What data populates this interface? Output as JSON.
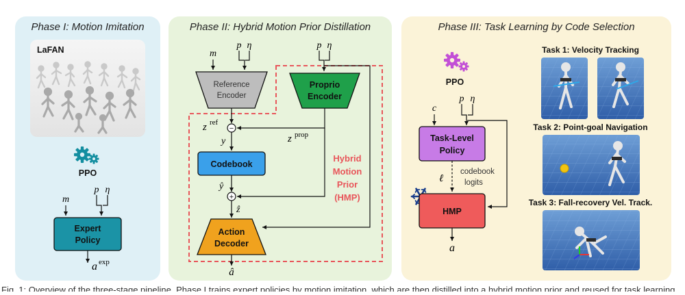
{
  "phase1": {
    "title": "Phase I: Motion Imitation",
    "dataset_label": "LaFAN",
    "ppo_label": "PPO",
    "input_m": "m",
    "input_p": "p",
    "input_eta": "η",
    "policy_line1": "Expert",
    "policy_line2": "Policy",
    "output_a": "a",
    "output_sup": "exp"
  },
  "phase2": {
    "title": "Phase II: Hybrid Motion Prior Distillation",
    "input_m": "m",
    "input_p": "p",
    "input_eta": "η",
    "ref_encoder_line1": "Reference",
    "ref_encoder_line2": "Encoder",
    "proprio_line1": "Proprio",
    "proprio_line2": "Encoder",
    "z": "z",
    "z_ref_sup": "ref",
    "z_prop_sup": "prop",
    "minus_sign": "−",
    "plus_sign": "+",
    "y": "y",
    "y_hat": "ŷ",
    "z_hat": "ẑ",
    "codebook_label": "Codebook",
    "hmp_line1": "Hybrid",
    "hmp_line2": "Motion",
    "hmp_line3": "Prior",
    "hmp_line4": "(HMP)",
    "decoder_line1": "Action",
    "decoder_line2": "Decoder",
    "output_a_hat": "â"
  },
  "phase3": {
    "title": "Phase III: Task Learning by Code Selection",
    "ppo_label": "PPO",
    "input_c": "c",
    "input_p": "p",
    "input_eta": "η",
    "policy_line1": "Task-Level",
    "policy_line2": "Policy",
    "ell": "ℓ",
    "logits_line1": "codebook",
    "logits_line2": "logits",
    "hmp_label": "HMP",
    "output_a": "a",
    "task1": "Task 1: Velocity Tracking",
    "task2": "Task 2: Point-goal Navigation",
    "task3": "Task 3: Fall-recovery Vel. Track."
  },
  "caption_fragment": "Fig. 1: Overview of the three-stage pipeline. Phase I trains expert policies by motion imitation, which are then distilled into a hybrid motion prior and reused for task learning.",
  "colors": {
    "phase1_bg": "#dff0f6",
    "phase2_bg": "#e8f3dc",
    "phase3_bg": "#fbf3d8",
    "expert_policy": "#1b93a6",
    "reference_encoder": "#bdbdbd",
    "proprio_encoder": "#1fa04a",
    "codebook": "#3aa0ea",
    "action_decoder": "#f0a21e",
    "task_policy": "#c77be6",
    "hmp_box": "#ef5b5b",
    "hmp_dashed": "#e8555a",
    "ppo_gear_teal": "#138ea0",
    "ppo_gear_purple": "#c24fd6",
    "snowflake": "#1b3f8c"
  }
}
